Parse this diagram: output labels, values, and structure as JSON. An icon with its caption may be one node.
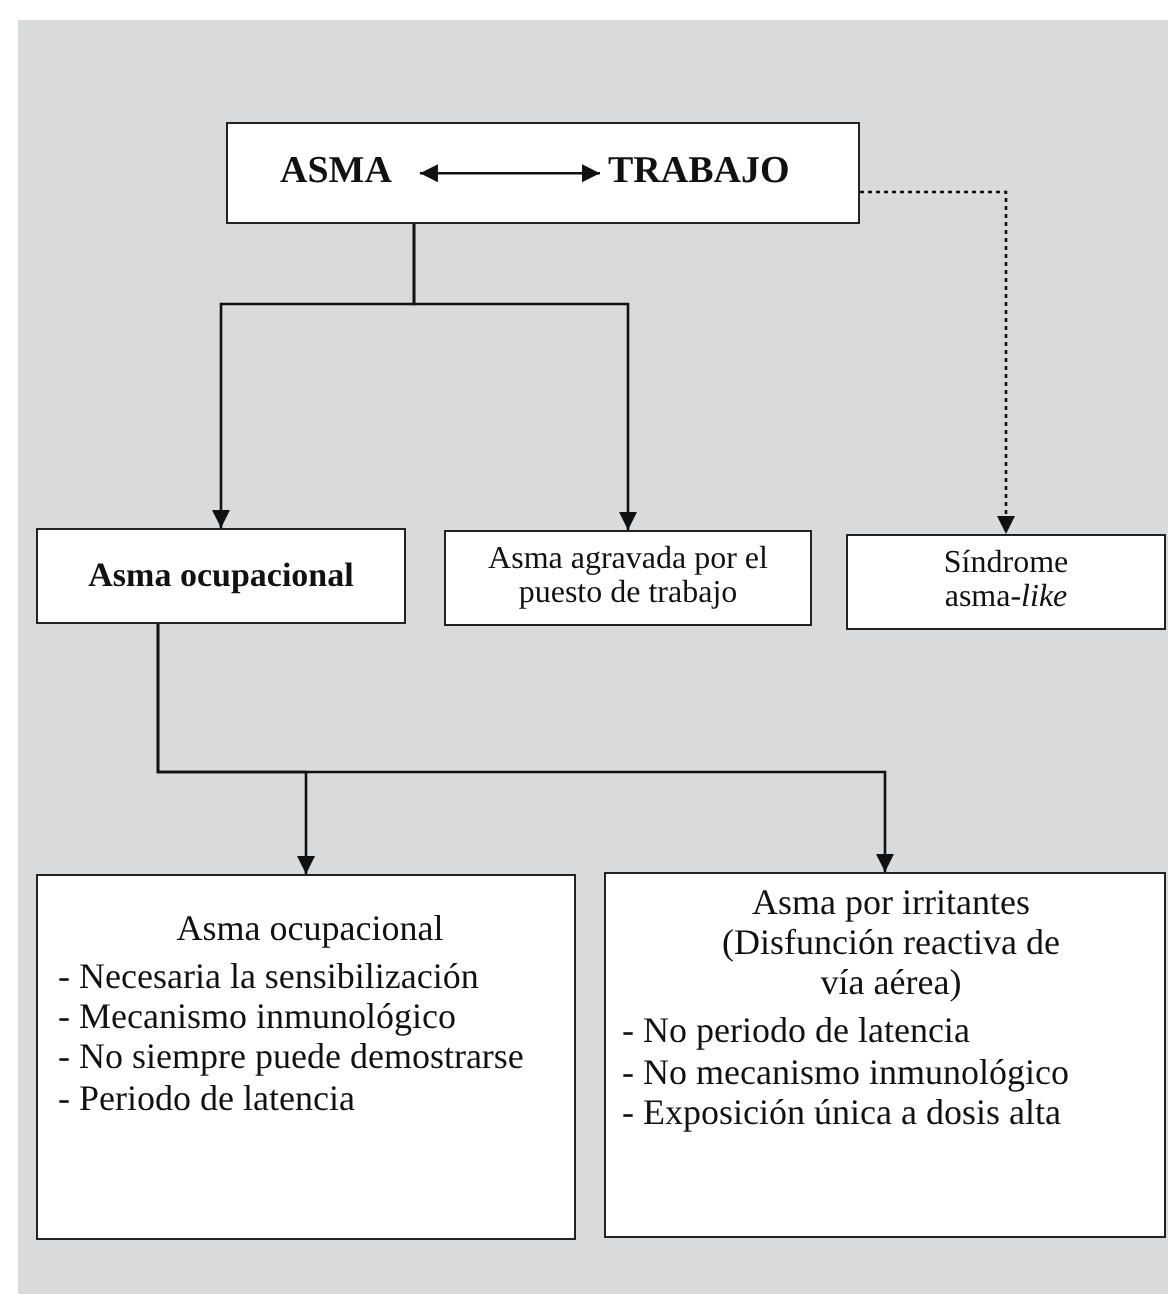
{
  "diagram": {
    "nodes": [
      {
        "text": [],
        "shape": "box"
      },
      {
        "text": [
          "ASMA"
        ],
        "in": 0
      },
      {
        "text": [
          "TRABAJO"
        ],
        "in": 0
      },
      {
        "text": [
          "Asma ocupacional"
        ]
      },
      {
        "text": [
          "Asma agravada por el puesto de trabajo"
        ]
      },
      {
        "text": [
          "Síndrome asma-*like*"
        ]
      },
      {
        "text": [
          "Asma ocupacional",
          "- Necesaria la sensibilización",
          "- Mecanismo inmunológico",
          "- No siempre puede demostrarse",
          "- Periodo de latencia"
        ]
      },
      {
        "text": [
          "Asma por irritantes (Disfunción reactiva de vía aérea)",
          "- No periodo de latencia",
          "- No mecanismo inmunológico",
          "- Exposición única a dosis alta"
        ]
      }
    ],
    "edges": [
      {
        "from": 1,
        "to": 2,
        "arrow": "both"
      },
      {
        "from": 0,
        "to": 3,
        "arrow": "to"
      },
      {
        "from": 0,
        "to": 4,
        "arrow": "to"
      },
      {
        "from": 0,
        "to": 5,
        "arrow": "to",
        "style": "dashed"
      },
      {
        "from": 3,
        "to": 6,
        "arrow": "to"
      },
      {
        "from": 3,
        "to": 7,
        "arrow": "to"
      }
    ]
  }
}
